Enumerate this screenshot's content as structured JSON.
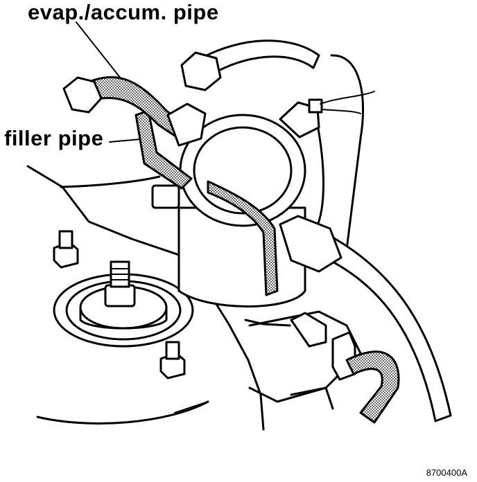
{
  "labels": {
    "evap_accum_pipe": "evap./accum. pipe",
    "filler_pipe": "filler pipe"
  },
  "figure_code": "8700400A",
  "colors": {
    "ink": "#000000",
    "paper": "#ffffff",
    "stipple": "#000000"
  }
}
